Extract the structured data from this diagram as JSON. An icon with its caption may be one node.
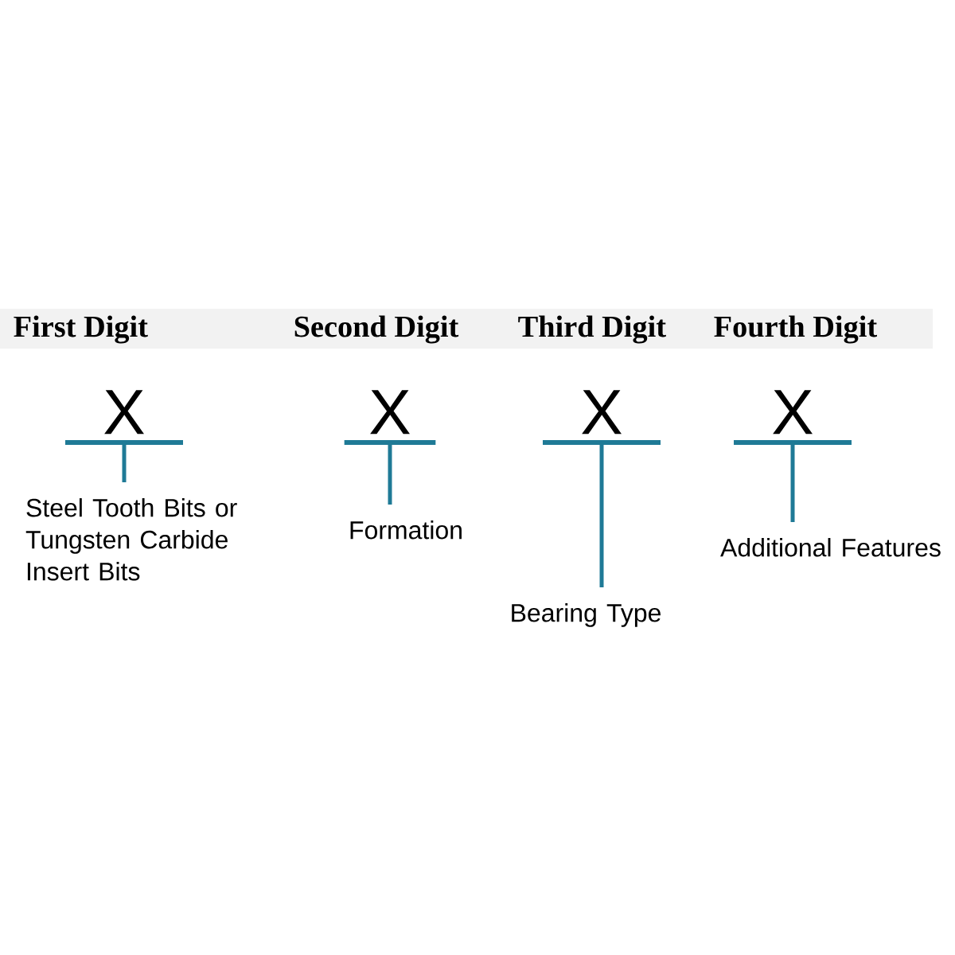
{
  "diagram": {
    "nodes": [
      {
        "text": [
          "X"
        ]
      },
      {
        "text": [
          "X"
        ]
      },
      {
        "text": [
          "X"
        ]
      },
      {
        "text": [
          "X"
        ]
      },
      {
        "text": [
          "Steel Tooth Bits or Tungsten Carbide Insert Bits"
        ]
      },
      {
        "text": [
          "Formation"
        ]
      },
      {
        "text": [
          "Bearing Type"
        ]
      },
      {
        "text": [
          "Additional Features"
        ]
      }
    ],
    "edges": [
      {
        "from": 0,
        "to": 4,
        "arrow": "none"
      },
      {
        "from": 1,
        "to": 5,
        "arrow": "none"
      },
      {
        "from": 2,
        "to": 6,
        "arrow": "none"
      },
      {
        "from": 3,
        "to": 7,
        "arrow": "none"
      }
    ],
    "labels": [
      "First Digit",
      "Second Digit",
      "Third Digit",
      "Fourth Digit"
    ]
  }
}
